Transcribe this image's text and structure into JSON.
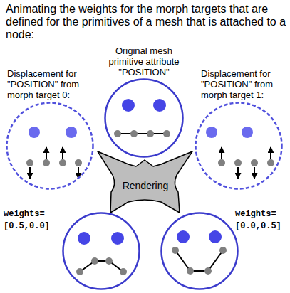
{
  "diagram": {
    "title": "Animating the weights for the morph targets that are defined for the primitives of a mesh that is attached to a node:",
    "nodes": [
      {
        "text": [
          "Displacement for \"POSITION\" from morph target 0:"
        ]
      },
      {
        "text": [
          "Original mesh primitive attribute \"POSITION\""
        ]
      },
      {
        "text": [
          "Displacement for \"POSITION\" from morph target 1:"
        ]
      },
      {
        "text": [
          "Rendering"
        ]
      },
      {
        "text": [
          "weights= [0.5,0.0]"
        ]
      },
      {
        "text": [
          "weights= [0.0,0.5]"
        ]
      }
    ]
  }
}
